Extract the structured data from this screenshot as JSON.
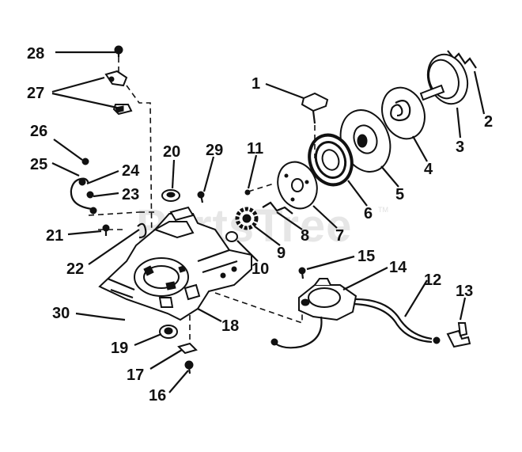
{
  "watermark": {
    "text": "PartsTree",
    "tm": "TM"
  },
  "callouts": [
    {
      "id": "1",
      "text": "1"
    },
    {
      "id": "2",
      "text": "2"
    },
    {
      "id": "3",
      "text": "3"
    },
    {
      "id": "4",
      "text": "4"
    },
    {
      "id": "5",
      "text": "5"
    },
    {
      "id": "6",
      "text": "6"
    },
    {
      "id": "7",
      "text": "7"
    },
    {
      "id": "8",
      "text": "8"
    },
    {
      "id": "9",
      "text": "9"
    },
    {
      "id": "10",
      "text": "10"
    },
    {
      "id": "11",
      "text": "11"
    },
    {
      "id": "12",
      "text": "12"
    },
    {
      "id": "13",
      "text": "13"
    },
    {
      "id": "14",
      "text": "14"
    },
    {
      "id": "15",
      "text": "15"
    },
    {
      "id": "16",
      "text": "16"
    },
    {
      "id": "17",
      "text": "17"
    },
    {
      "id": "18",
      "text": "18"
    },
    {
      "id": "19",
      "text": "19"
    },
    {
      "id": "20",
      "text": "20"
    },
    {
      "id": "21",
      "text": "21"
    },
    {
      "id": "22",
      "text": "22"
    },
    {
      "id": "23",
      "text": "23"
    },
    {
      "id": "24",
      "text": "24"
    },
    {
      "id": "25",
      "text": "25"
    },
    {
      "id": "26",
      "text": "26"
    },
    {
      "id": "27",
      "text": "27"
    },
    {
      "id": "28",
      "text": "28"
    },
    {
      "id": "29",
      "text": "29"
    },
    {
      "id": "30",
      "text": "30"
    }
  ]
}
